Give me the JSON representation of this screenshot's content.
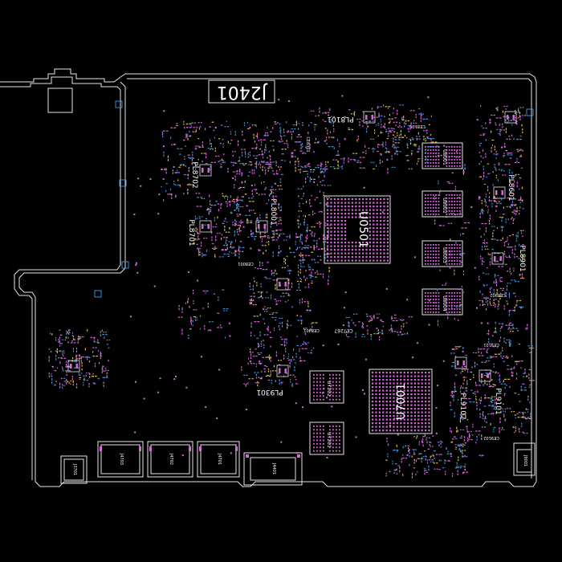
{
  "colors": {
    "background": "#000000",
    "outline": "#e6e6e6",
    "pink_pad": "#d46ad8",
    "blue_pad": "#3c8fd6",
    "yellow_pad": "#e0c040",
    "label": "#ffffff"
  },
  "labels": {
    "connector_main": "J2401",
    "cpu": "U0501",
    "pch": "U7001",
    "mem1": "U8001",
    "mem2": "U8002",
    "mem3": "U8003",
    "mem4": "U8004",
    "flash1": "U7202",
    "flash2": "U7201",
    "pl8101": "PL8101",
    "pl8702": "PL8702",
    "pl8701": "PL8701",
    "pl8001": "PL8001",
    "pl8601": "PL8601",
    "pl8901": "PL8901",
    "pl9301": "PL9301",
    "pl9101": "PL9101",
    "pl9102": "PL9102",
    "j3701": "J3701",
    "j4703": "J4703",
    "j4702": "J4702",
    "j4701": "J4701",
    "j4401": "J4401",
    "j9001": "J9001",
    "ce8001": "CE8001",
    "ce8101": "CE8101",
    "ce8301": "CE8301",
    "ce7267": "CE7267",
    "ce8401": "CE8401",
    "ce9101": "CE9101",
    "ce9102": "CE9102",
    "ce8902": "CE8902"
  }
}
